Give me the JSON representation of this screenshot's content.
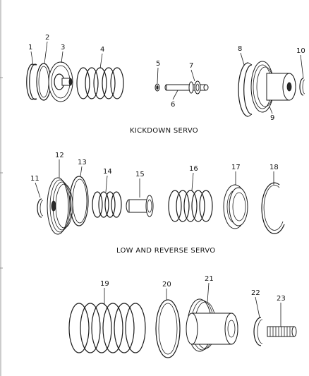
{
  "sections": {
    "kickdown": "KICKDOWN SERVO",
    "low_reverse": "LOW AND REVERSE SERVO"
  },
  "callouts": {
    "c1": "1",
    "c2": "2",
    "c3": "3",
    "c4": "4",
    "c5": "5",
    "c6": "6",
    "c7": "7",
    "c8": "8",
    "c9": "9",
    "c10": "10",
    "c11": "11",
    "c12": "12",
    "c13": "13",
    "c14": "14",
    "c15": "15",
    "c16": "16",
    "c17": "17",
    "c18": "18",
    "c19": "19",
    "c20": "20",
    "c21": "21",
    "c22": "22",
    "c23": "23"
  }
}
